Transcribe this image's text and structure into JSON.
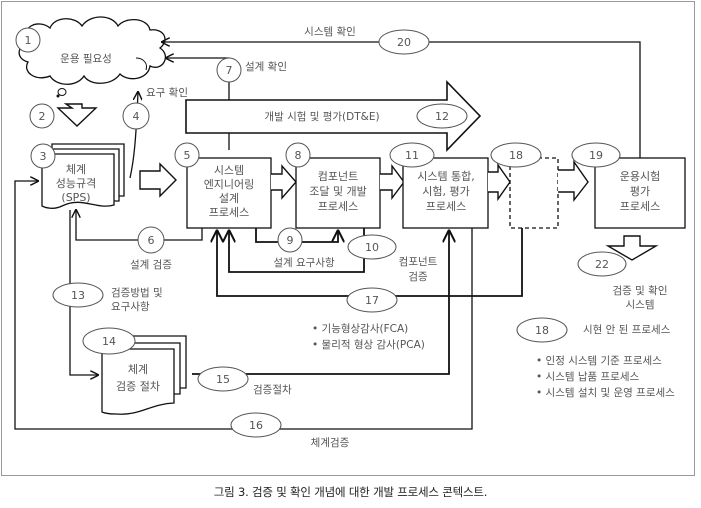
{
  "figure": {
    "caption": "그림 3. 검증 및 확인 개념에 대한 개발 프로세스 콘텍스트."
  },
  "nodes": {
    "n1": {
      "number": "1",
      "label": "운용 필요성",
      "shape": "cloud"
    },
    "n2": {
      "number": "2",
      "shape": "down-arrow"
    },
    "n3": {
      "number": "3",
      "lines": [
        "체계",
        "성능규격",
        "(SPS)"
      ],
      "shape": "document-stack"
    },
    "n4": {
      "number": "4",
      "label": "요구 확인"
    },
    "n5": {
      "number": "5",
      "lines": [
        "시스템",
        "엔지니어링",
        "설계",
        "프로세스"
      ]
    },
    "n6": {
      "number": "6",
      "label": "설계 검증"
    },
    "n7": {
      "number": "7",
      "label": "설계 확인"
    },
    "n8": {
      "number": "8",
      "lines": [
        "컴포넌트",
        "조달 및 개발",
        "프로세스"
      ]
    },
    "n9": {
      "number": "9",
      "label": "설계 요구사항"
    },
    "n10": {
      "number": "10",
      "lines": [
        "컴포넌트",
        "검증"
      ]
    },
    "n11": {
      "number": "11",
      "lines": [
        "시스템 통합,",
        "시험, 평가",
        "프로세스"
      ]
    },
    "n12": {
      "number": "12",
      "label": "개발 시험 및 평가(DT&E)"
    },
    "n13": {
      "number": "13",
      "lines": [
        "검증방법 및",
        "요구사항"
      ]
    },
    "n14": {
      "number": "14",
      "lines": [
        "체계",
        "검증 절차"
      ],
      "shape": "document-stack"
    },
    "n15": {
      "number": "15",
      "label": "검증절차"
    },
    "n16": {
      "number": "16",
      "label": "체계검증"
    },
    "n17": {
      "number": "17",
      "bullets": [
        "• 기능형상감사(FCA)",
        "• 물리적 형상 감사(PCA)"
      ]
    },
    "n18": {
      "number": "18",
      "shape": "dashed-box"
    },
    "n19": {
      "number": "19",
      "lines": [
        "운용시험",
        "평가",
        "프로세스"
      ]
    },
    "n20": {
      "number": "20",
      "label": "시스템 확인"
    },
    "n22": {
      "number": "22",
      "lines": [
        "검증 및 확인",
        "시스템"
      ]
    }
  },
  "legend": {
    "number": "18",
    "title": "시현 안 된 프로세스",
    "items": [
      "• 인정 시스템 기준 프로세스",
      "• 시스템 납품 프로세스",
      "• 시스템 설치 및 운영 프로세스"
    ]
  },
  "colors": {
    "line": "#111111",
    "text": "#555555",
    "frame": "#9a9a9a",
    "caption": "#222222"
  }
}
